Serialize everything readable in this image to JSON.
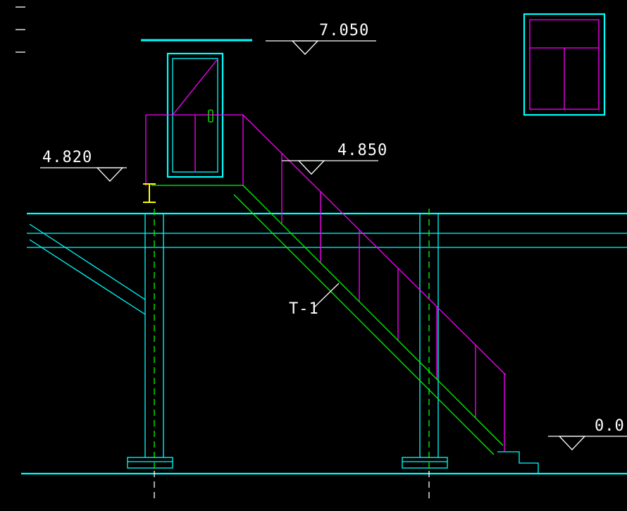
{
  "drawing": {
    "kind": "cad-stair-elevation",
    "annotations": {
      "elevation_top": "7.050",
      "elevation_stair": "4.850",
      "elevation_landing": "4.820",
      "elevation_ground": "0.0",
      "stair_label": "T-1"
    }
  },
  "colors": {
    "background": "#000000",
    "cyan": "#00ffff",
    "magenta": "#ff00ff",
    "green": "#00ff00",
    "yellow": "#ffff00",
    "white": "#ffffff"
  }
}
